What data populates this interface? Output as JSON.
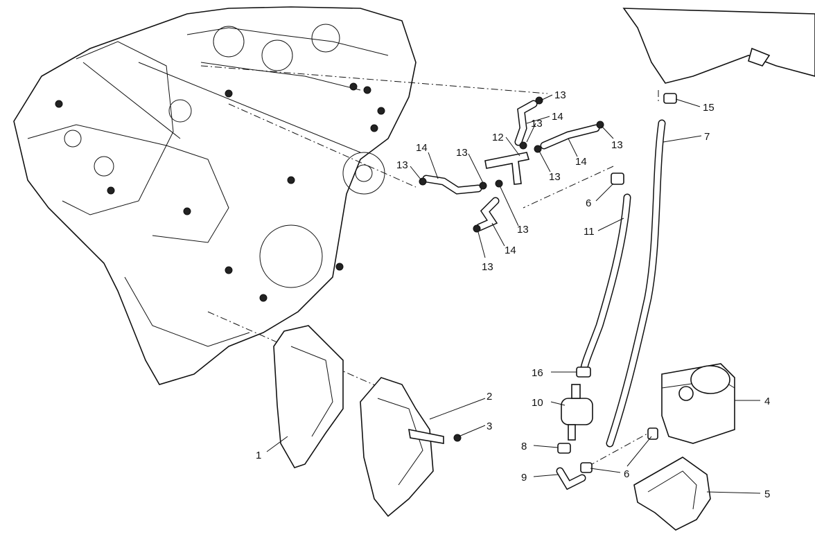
{
  "diagram": {
    "type": "exploded parts diagram",
    "callouts": [
      "13",
      "14",
      "13",
      "12",
      "13",
      "14",
      "13",
      "14",
      "13",
      "13",
      "6",
      "7",
      "15",
      "11",
      "13",
      "14",
      "13",
      "16",
      "10",
      "2",
      "3",
      "1",
      "8",
      "9",
      "6",
      "4",
      "5"
    ]
  }
}
